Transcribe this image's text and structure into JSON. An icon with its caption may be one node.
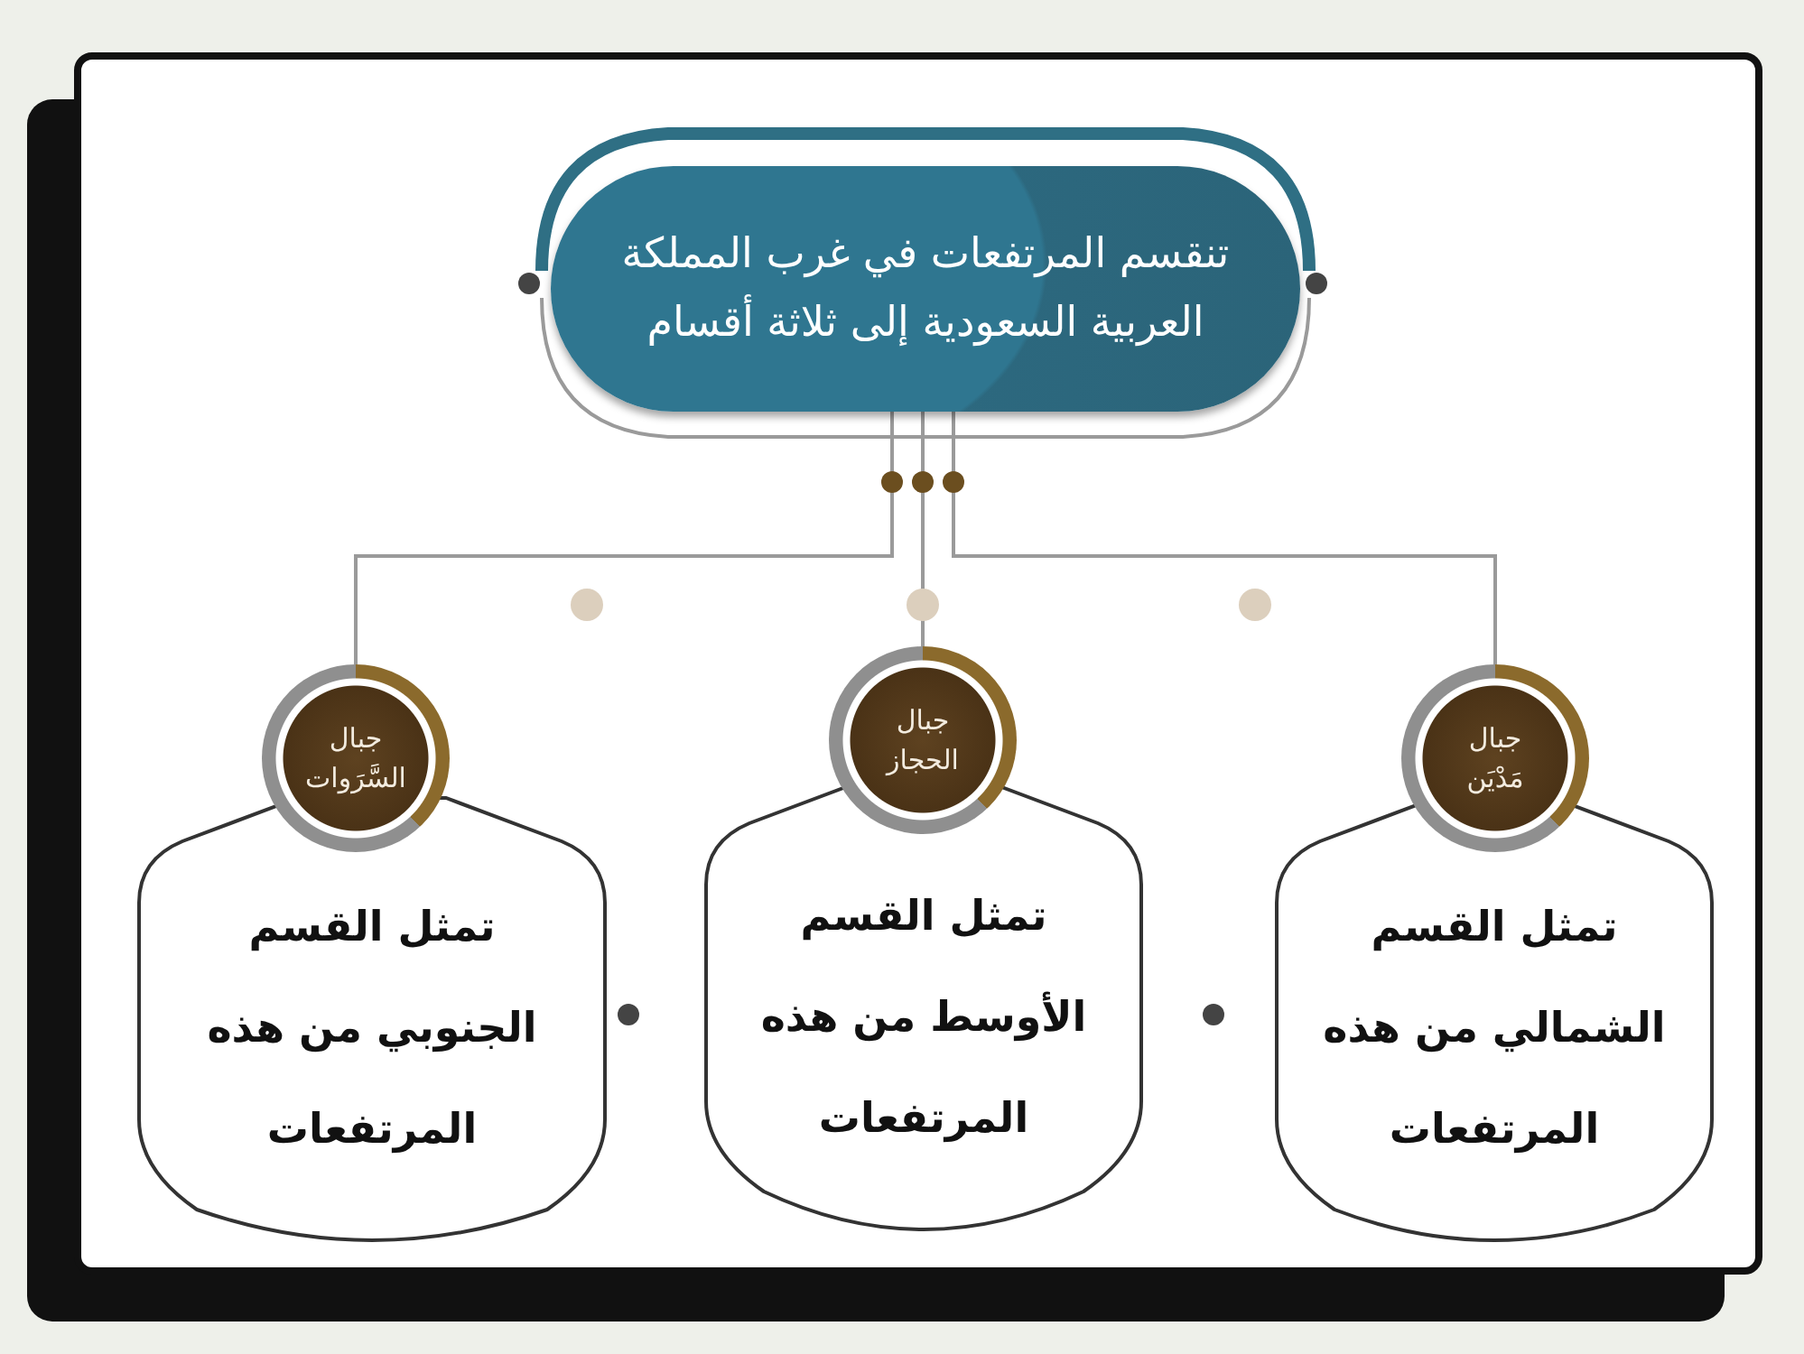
{
  "diagram": {
    "nodes": [
      {
        "text": [
          "تنقسم المرتفعات في غرب المملكة العربية السعودية إلى ثلاثة أقسام"
        ]
      },
      {
        "text": [
          "جبال مَدْيَن"
        ]
      },
      {
        "text": [
          "تمثل القسم الشمالي من هذه المرتفعات"
        ]
      },
      {
        "text": [
          "جبال الحجاز"
        ]
      },
      {
        "text": [
          "تمثل القسم الأوسط من هذه المرتفعات"
        ]
      },
      {
        "text": [
          "جبال السَّرَوات"
        ]
      },
      {
        "text": [
          "تمثل القسم الجنوبي من هذه المرتفعات"
        ]
      }
    ],
    "edges": [
      {
        "from": 0,
        "to": 1,
        "arrow": "none"
      },
      {
        "from": 0,
        "to": 3,
        "arrow": "none"
      },
      {
        "from": 0,
        "to": 5,
        "arrow": "none"
      }
    ]
  }
}
